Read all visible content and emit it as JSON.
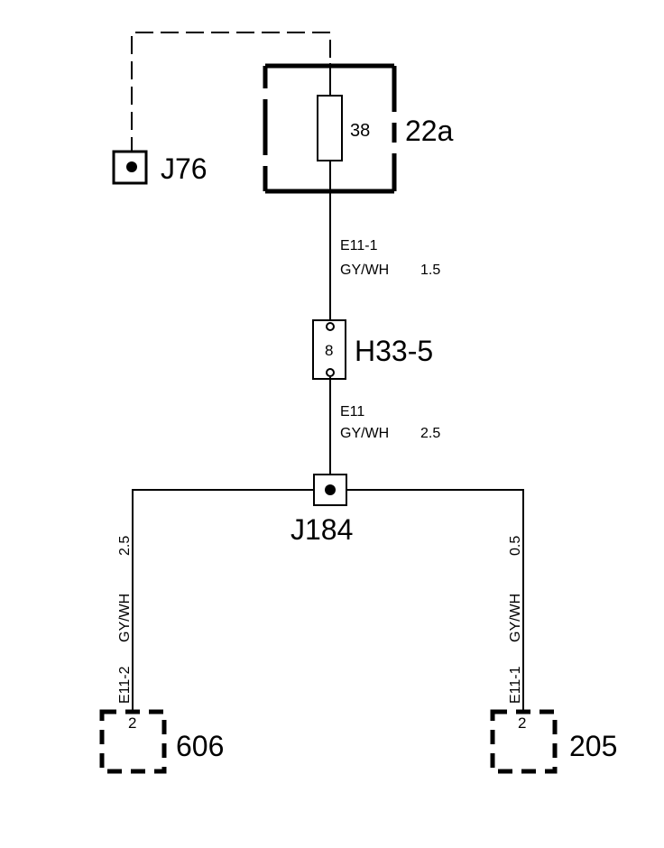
{
  "fuse": {
    "box_label": "22a",
    "fuse_label": "38"
  },
  "j76": {
    "label": "J76"
  },
  "connector_h33": {
    "label": "H33-5",
    "pin": "8"
  },
  "wire_top": {
    "code": "E11-1",
    "color": "GY/WH",
    "size": "1.5"
  },
  "wire_mid": {
    "code": "E11",
    "color": "GY/WH",
    "size": "2.5"
  },
  "splice": {
    "label": "J184"
  },
  "wire_left": {
    "code": "E11-2",
    "color": "GY/WH",
    "size": "2.5"
  },
  "wire_right": {
    "code": "E11-1",
    "color": "GY/WH",
    "size": "0.5"
  },
  "component_left": {
    "label": "606",
    "pin": "2"
  },
  "component_right": {
    "label": "205",
    "pin": "2"
  }
}
